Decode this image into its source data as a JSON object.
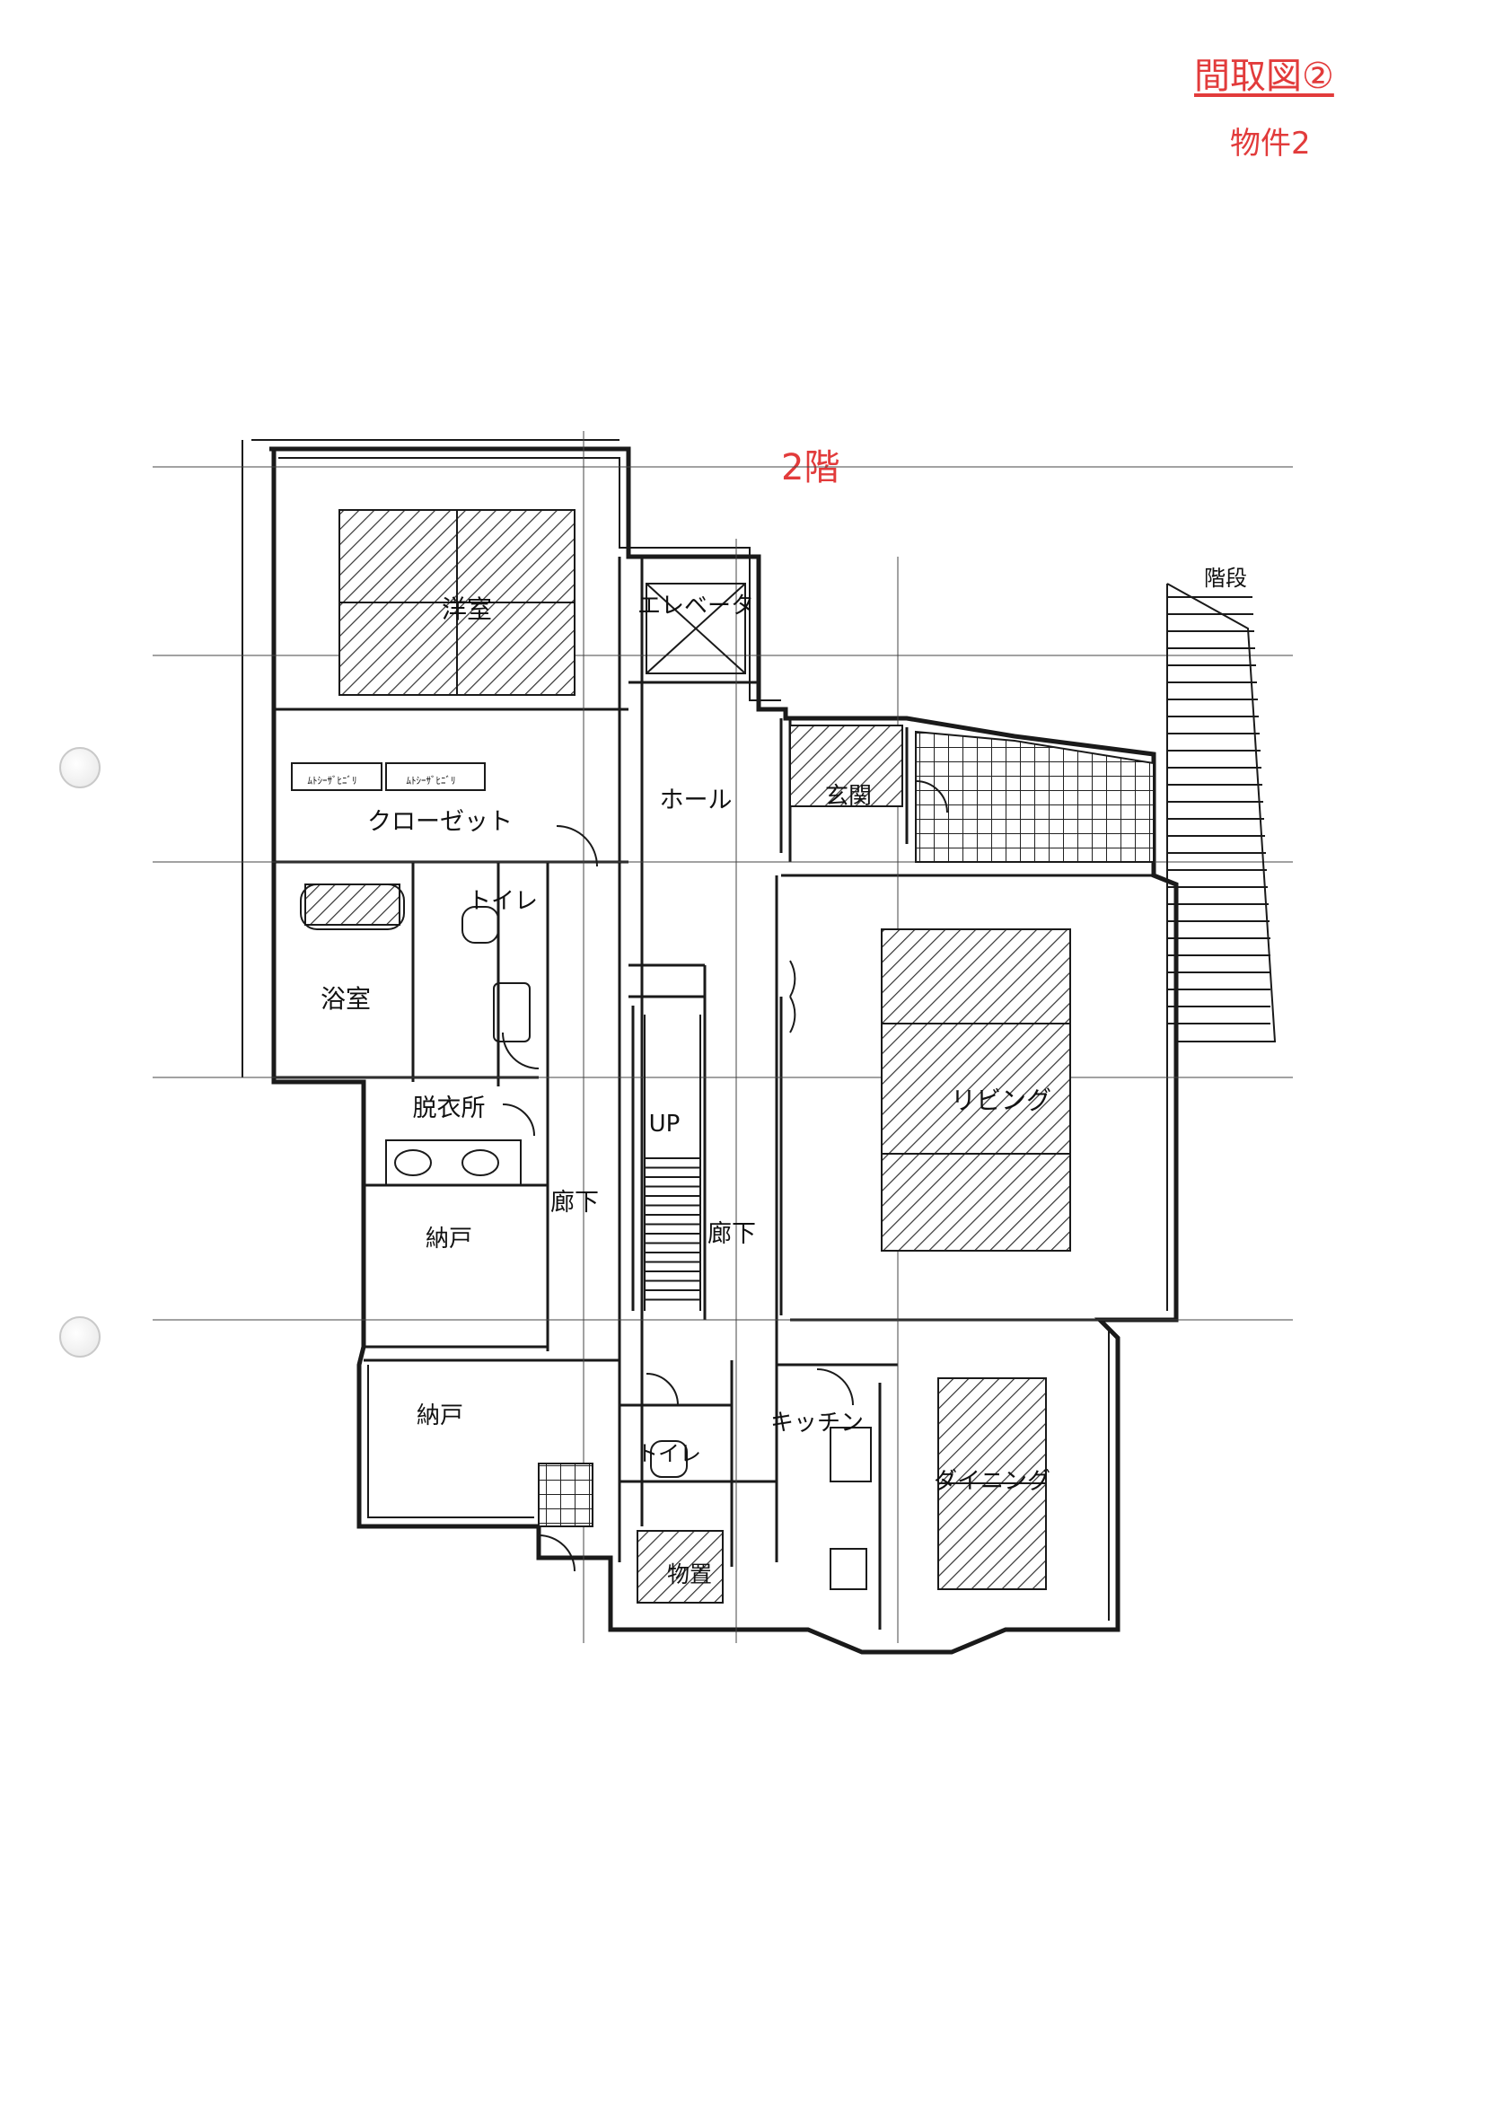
{
  "header": {
    "title": "間取図②",
    "subtitle": "物件2",
    "floor": "2階"
  },
  "colors": {
    "heading": "#e23b3b",
    "line": "#1a1a1a"
  },
  "rooms": {
    "western_room": "洋室",
    "elevator": "エレベータ",
    "closet": "クローゼット",
    "closet_shelf_1": "ﾑﾄｼｰｻﾞﾋﾆﾞﾘ",
    "closet_shelf_2": "ﾑﾄｼｰｻﾞﾋﾆﾞﾘ",
    "hall": "ホール",
    "entrance": "玄関",
    "stairs": "階段",
    "toilet_1": "トイレ",
    "bath": "浴室",
    "living": "リビング",
    "dressing": "脱衣所",
    "up": "UP",
    "corridor_1": "廊下",
    "corridor_2": "廊下",
    "storage_1": "納戸",
    "storage_2": "納戸",
    "kitchen": "キッチン",
    "dining": "ダイニング",
    "toilet_2": "トイレ",
    "storeroom": "物置"
  }
}
